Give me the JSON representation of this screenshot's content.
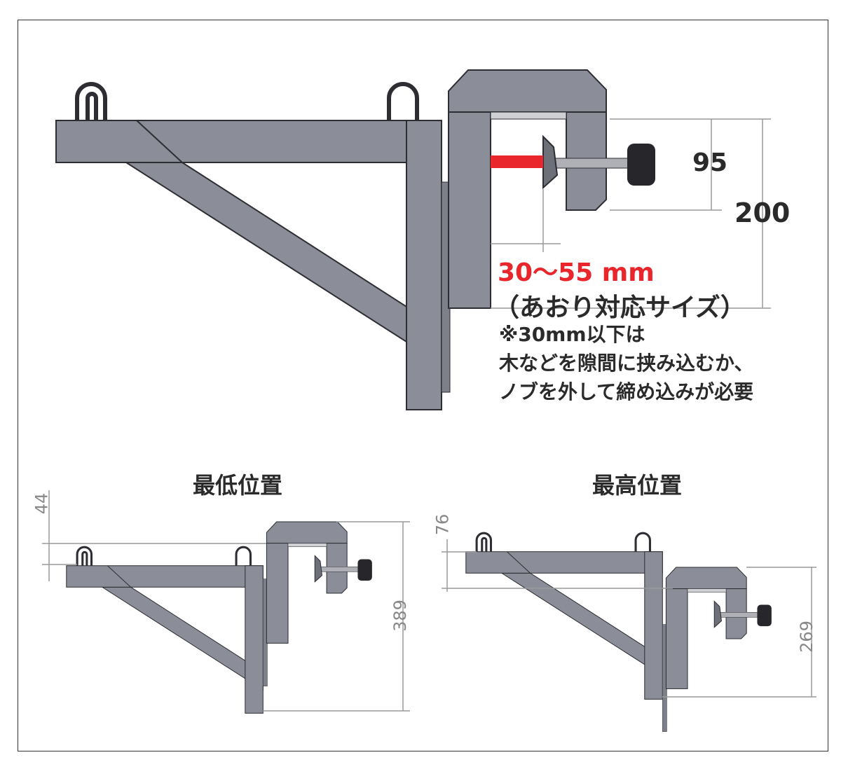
{
  "main": {
    "dim_95": "95",
    "dim_200": "200",
    "range_label": "30～55 mm",
    "range_caption": "（あおり対応サイズ）",
    "note_lines": [
      "※30mm以下は",
      "木などを隙間に挟み込むか、",
      "ノブを外して締め込みが必要"
    ]
  },
  "lowest": {
    "title": "最低位置",
    "dim_top": "44",
    "dim_height": "389"
  },
  "highest": {
    "title": "最高位置",
    "dim_top": "76",
    "dim_height": "269"
  },
  "colors": {
    "steel": "#8b8e98",
    "outline": "#2d2d33",
    "accent": "#e8262b",
    "dimension": "#9a9a9a"
  }
}
